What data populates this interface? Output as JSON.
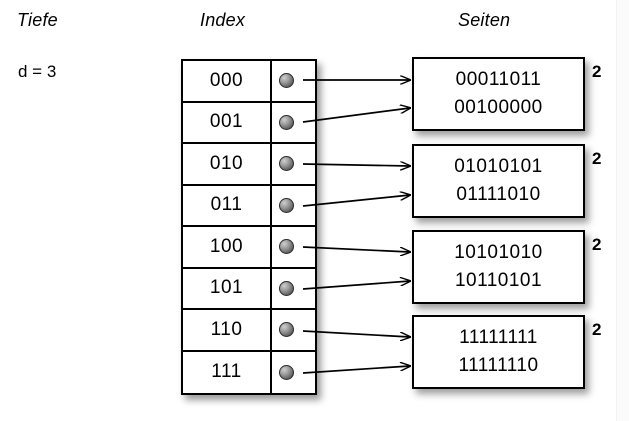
{
  "headers": {
    "depth": "Tiefe",
    "index": "Index",
    "pages": "Seiten"
  },
  "depth": {
    "label": "d = 3",
    "value": 3
  },
  "index_table": {
    "rows": [
      {
        "key": "000",
        "pointer_icon": "bullet-icon",
        "target": 0
      },
      {
        "key": "001",
        "pointer_icon": "bullet-icon",
        "target": 0
      },
      {
        "key": "010",
        "pointer_icon": "bullet-icon",
        "target": 1
      },
      {
        "key": "011",
        "pointer_icon": "bullet-icon",
        "target": 1
      },
      {
        "key": "100",
        "pointer_icon": "bullet-icon",
        "target": 2
      },
      {
        "key": "101",
        "pointer_icon": "bullet-icon",
        "target": 2
      },
      {
        "key": "110",
        "pointer_icon": "bullet-icon",
        "target": 3
      },
      {
        "key": "111",
        "pointer_icon": "bullet-icon",
        "target": 3
      }
    ]
  },
  "pages": [
    {
      "entries": [
        "00011011",
        "00100000"
      ],
      "count": "2"
    },
    {
      "entries": [
        "01010101",
        "01111010"
      ],
      "count": "2"
    },
    {
      "entries": [
        "10101010",
        "10110101"
      ],
      "count": "2"
    },
    {
      "entries": [
        "11111111",
        "11111110"
      ],
      "count": "2"
    }
  ],
  "colors": {
    "background": "#ffffff",
    "stroke": "#000000",
    "bullet_light": "#cfcfcf",
    "bullet_dark": "#3a3a3a",
    "shadow": "rgba(0,0,0,0.40)"
  }
}
